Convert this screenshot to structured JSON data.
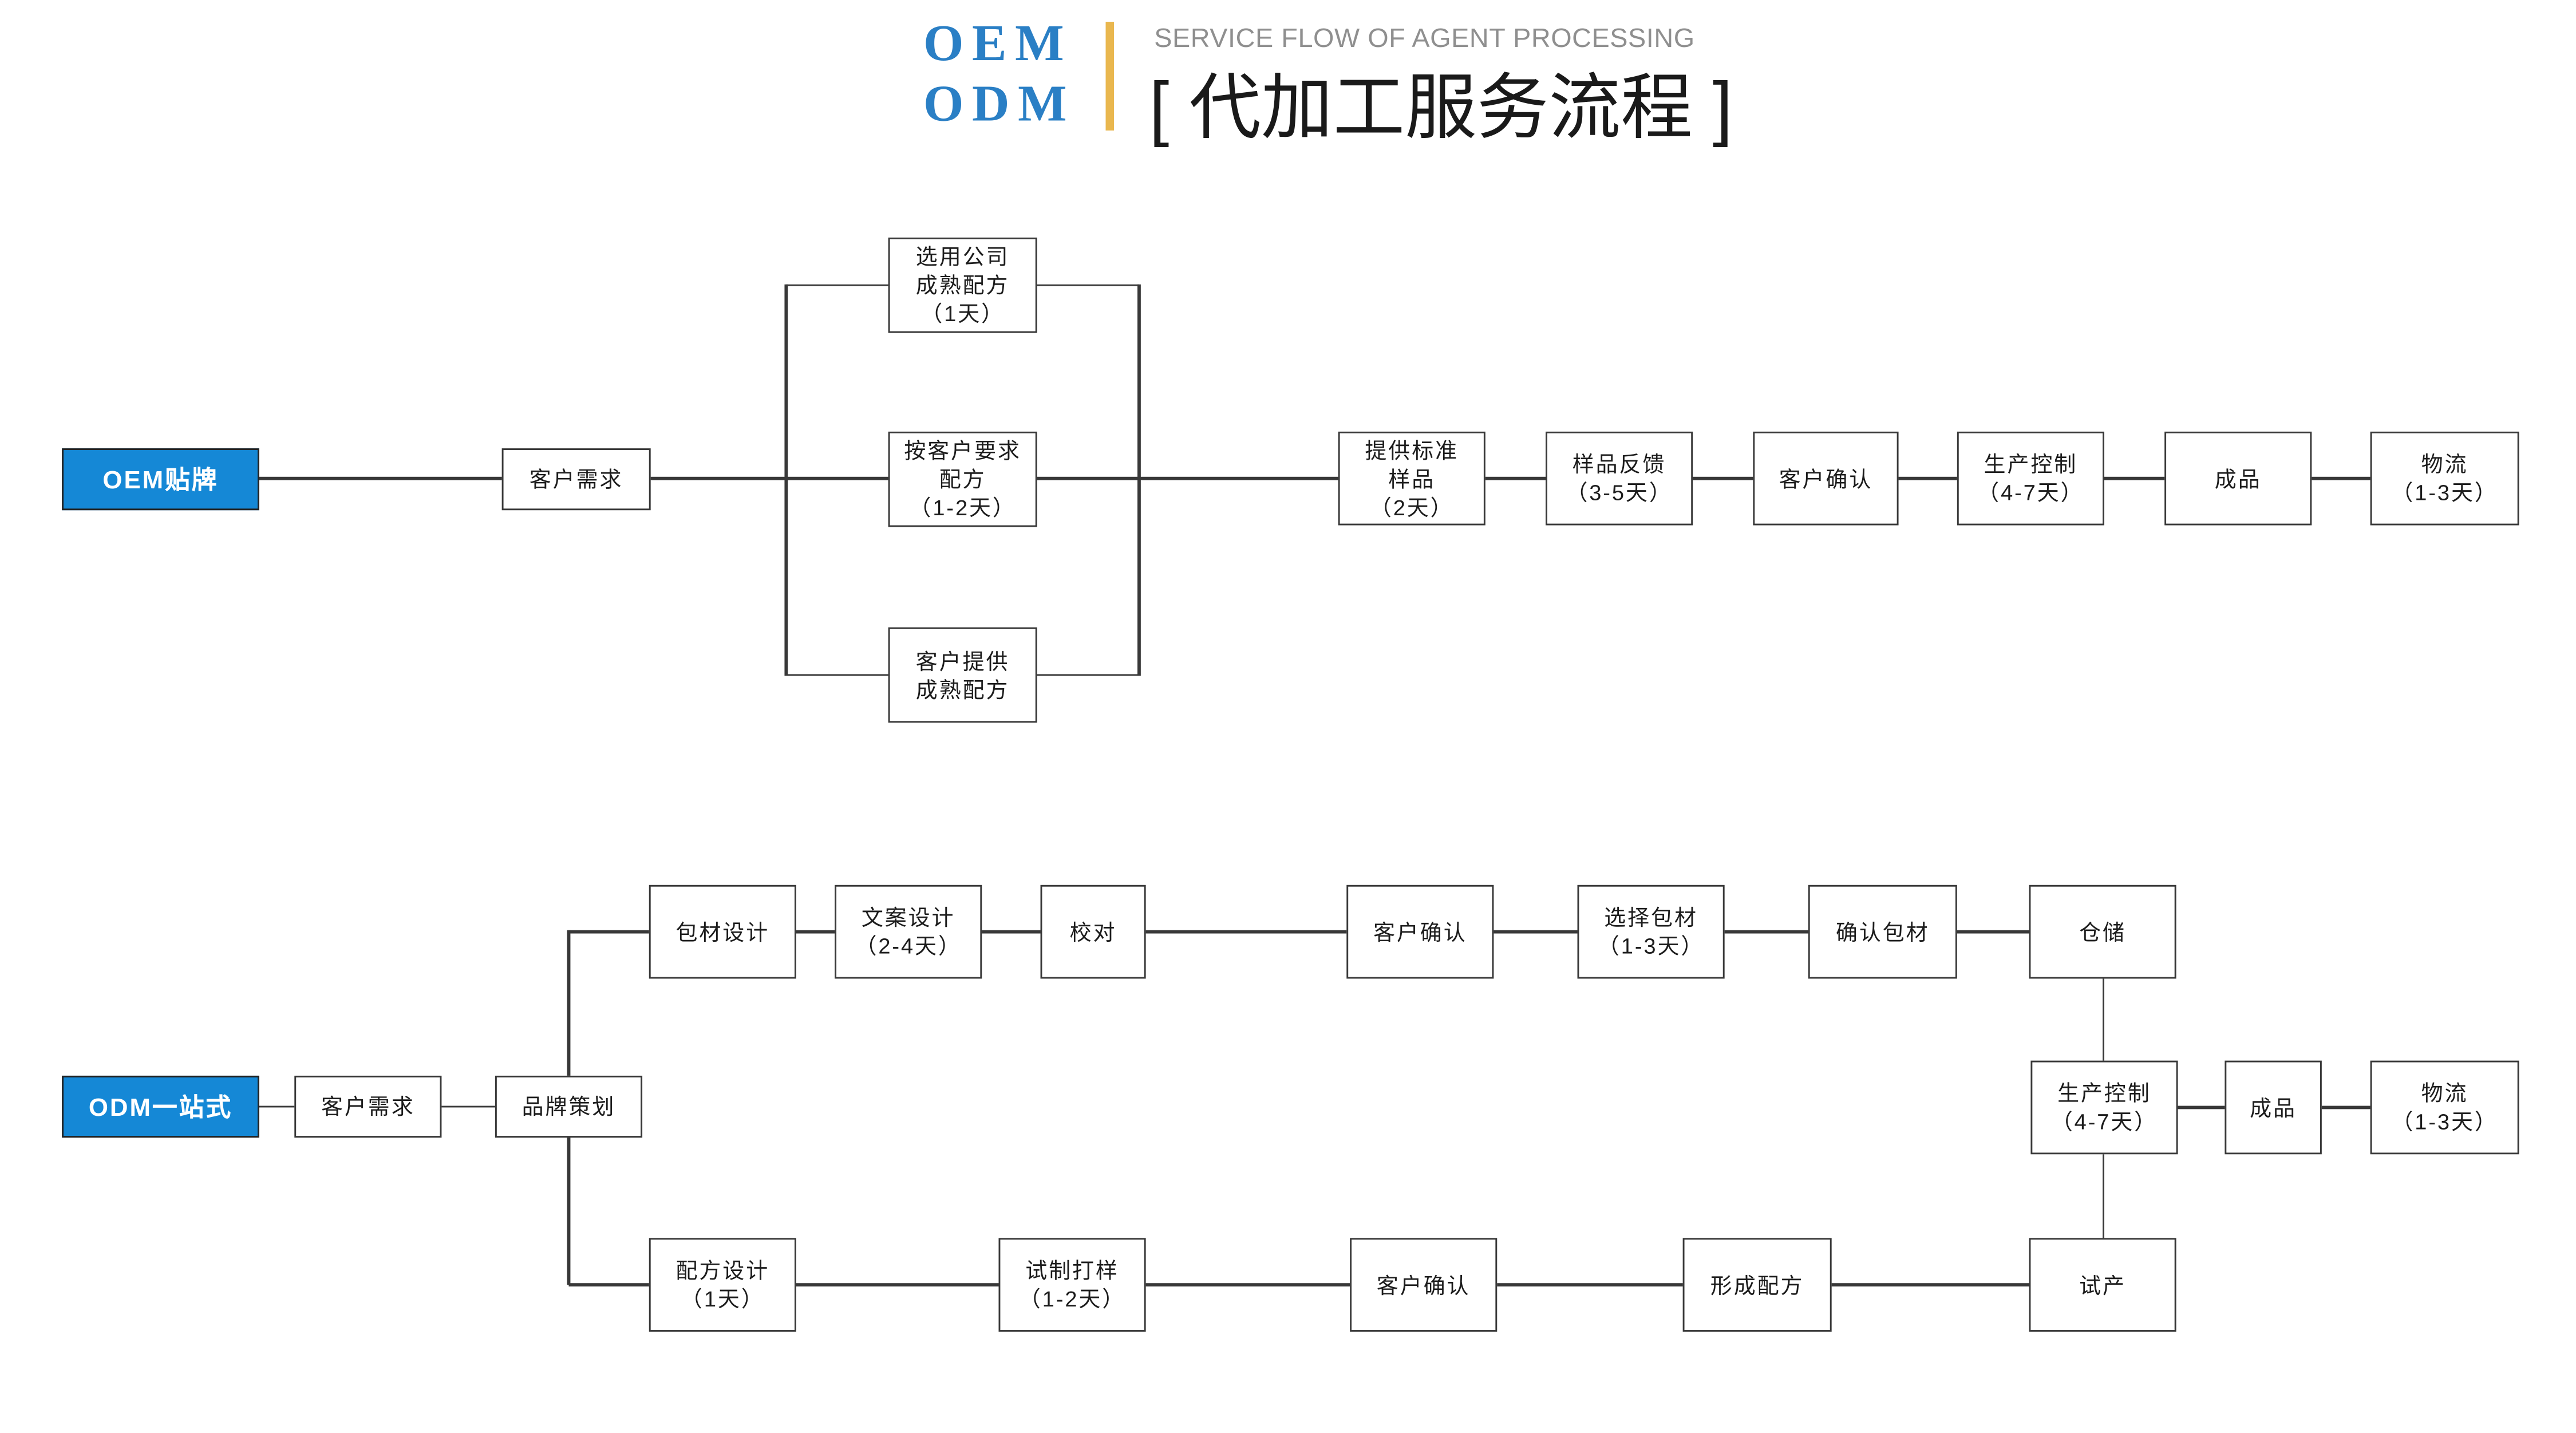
{
  "colors": {
    "badge_blue": "#1588d6",
    "logo_blue": "#2a7fc5",
    "divider_gold": "#e9b74f",
    "subtitle_gray": "#8f8f8f",
    "line_dark": "#383838"
  },
  "header": {
    "logo_top": "OEM",
    "logo_bottom": "ODM",
    "subtitle_en": "SERVICE FLOW OF AGENT PROCESSING",
    "subtitle_cn": "[ 代加工服务流程 ]"
  },
  "flow": {
    "oem": {
      "badge": "OEM贴牌",
      "customer_needs": "客户需求",
      "branch_company_formula": "选用公司\n成熟配方\n（1天）",
      "branch_custom_formula": "按客户要求\n配方\n（1-2天）",
      "branch_customer_formula": "客户提供\n成熟配方",
      "standard_sample": "提供标准\n样品\n（2天）",
      "sample_feedback": "样品反馈\n（3-5天）",
      "customer_confirm": "客户确认",
      "production_control": "生产控制\n（4-7天）",
      "finished_product": "成品",
      "logistics": "物流\n（1-3天）"
    },
    "odm": {
      "badge": "ODM一站式",
      "customer_needs": "客户需求",
      "brand_planning": "品牌策划",
      "packaging_design": "包材设计",
      "copy_design": "文案设计\n（2-4天）",
      "proofread": "校对",
      "customer_confirm_packaging": "客户确认",
      "select_packaging": "选择包材\n（1-3天）",
      "confirm_packaging": "确认包材",
      "warehousing": "仓储",
      "production_control": "生产控制\n（4-7天）",
      "finished_product": "成品",
      "logistics": "物流\n（1-3天）",
      "formula_design": "配方设计\n（1天）",
      "trial_sample": "试制打样\n（1-2天）",
      "customer_confirm_formula": "客户确认",
      "formula_formed": "形成配方",
      "trial_production": "试产"
    }
  }
}
